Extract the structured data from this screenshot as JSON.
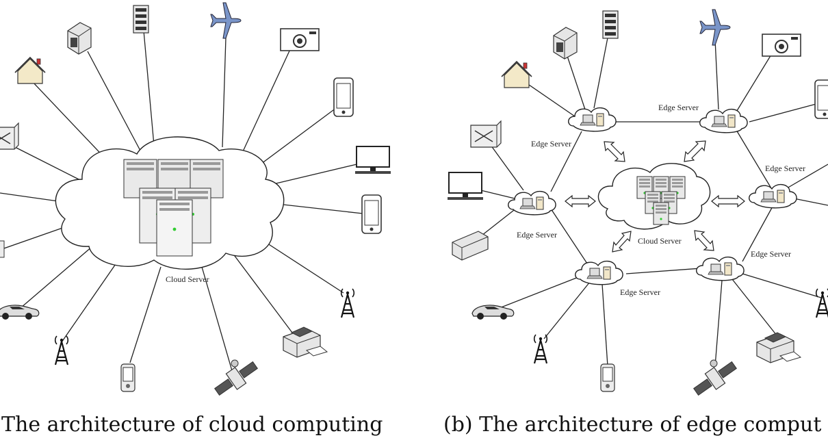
{
  "panel_a": {
    "caption": "The architecture of cloud computing",
    "center_label": "Cloud Server",
    "devices": [
      "server-rack-icon",
      "building-icon",
      "airplane-icon",
      "camera-icon",
      "smartphone-icon",
      "monitor-icon",
      "phone-icon",
      "cell-tower-icon",
      "printer-icon",
      "satellite-icon",
      "pda-icon",
      "cell-tower-icon",
      "car-icon",
      "phone-icon",
      "router-icon",
      "house-icon"
    ]
  },
  "panel_b": {
    "caption": "(b) The architecture of edge comput",
    "center_label": "Cloud Server",
    "edge_labels": [
      "Edge Server",
      "Edge Server",
      "Edge Server",
      "Edge Server",
      "Edge Server",
      "Edge Server"
    ]
  }
}
